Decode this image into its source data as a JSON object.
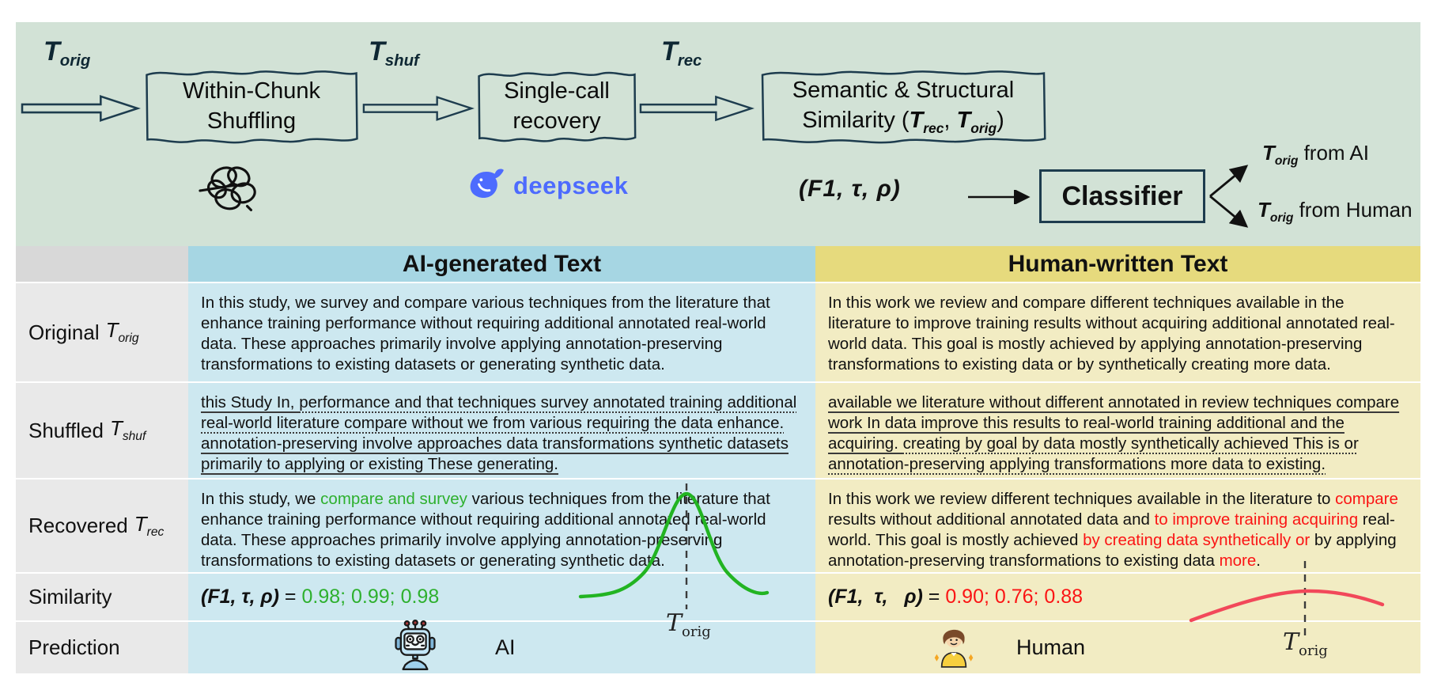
{
  "flow": {
    "t_orig": {
      "base": "T",
      "sub": "orig"
    },
    "t_shuf": {
      "base": "T",
      "sub": "shuf"
    },
    "t_rec": {
      "base": "T",
      "sub": "rec"
    },
    "shuffle_box": {
      "line1": "Within-Chunk",
      "line2": "Shuffling"
    },
    "recovery_box": {
      "line1": "Single-call",
      "line2": "recovery"
    },
    "similarity_box": {
      "line1": "Semantic & Structural",
      "line2_prefix": "Similarity (",
      "arg1_base": "T",
      "arg1_sub": "rec",
      "separator": ", ",
      "arg2_base": "T",
      "arg2_sub": "orig",
      "line2_suffix": ")"
    },
    "deepseek_label": "deepseek",
    "features_label": "(F1,   τ,   ρ)",
    "classifier_label": "Classifier",
    "output_ai": {
      "base": "T",
      "sub": "orig",
      "rest": " from AI"
    },
    "output_human": {
      "base": "T",
      "sub": "orig",
      "rest": " from Human"
    }
  },
  "table": {
    "headers": {
      "ai": "AI-generated Text",
      "human": "Human-written Text"
    },
    "row_labels": {
      "original": {
        "text": "Original",
        "base": "T",
        "sub": "orig"
      },
      "shuffled": {
        "text": "Shuffled",
        "base": "T",
        "sub": "shuf"
      },
      "recovered": {
        "text": "Recovered",
        "base": "T",
        "sub": "rec"
      },
      "similarity": "Similarity",
      "prediction": "Prediction"
    },
    "ai": {
      "original": "In this study, we survey and compare various techniques from the literature that enhance training performance without requiring additional annotated real-world data. These approaches primarily involve applying annotation-preserving transformations to existing datasets or generating synthetic data.",
      "shuffled_segments": [
        {
          "t": "this Study In, ",
          "c": "us"
        },
        {
          "t": "performance and that techniques survey annotated training additional real-world literature compare without we from various requiring the data enhance. ",
          "c": "ud"
        },
        {
          "t": "annotation-preserving involve approaches data transformations synthetic datasets primarily to applying or existing These generating.",
          "c": "us"
        }
      ],
      "recovered_segments": [
        {
          "t": "In this study, we ",
          "c": ""
        },
        {
          "t": "compare and survey",
          "c": "green"
        },
        {
          "t": " various techniques from the literature that enhance training performance without requiring additional annotated real-world data. These approaches primarily involve applying annotation-preserving transformations to existing datasets or generating synthetic data.",
          "c": ""
        }
      ],
      "similarity_prefix": "(F1, τ, ρ)",
      "similarity_eq": " = ",
      "similarity_values": "0.98; 0.99; 0.98",
      "prediction_label": "AI"
    },
    "human": {
      "original": "In this work we review and compare different techniques available in the literature to improve training results without acquiring additional annotated real-world data. This goal is mostly achieved by applying annotation-preserving transformations to existing data or by synthetically creating more data.",
      "shuffled_segments": [
        {
          "t": "available we literature without different annotated in review techniques compare work In data improve this results to real-world training additional and the acquiring. ",
          "c": "us"
        },
        {
          "t": "creating by goal by data mostly synthetically achieved This is or annotation-preserving applying transformations more data to existing.",
          "c": "ud"
        }
      ],
      "recovered_segments": [
        {
          "t": "In this work we review different techniques available in the literature to ",
          "c": ""
        },
        {
          "t": "compare",
          "c": "red"
        },
        {
          "t": " results without additional annotated data and ",
          "c": ""
        },
        {
          "t": "to improve training acquiring",
          "c": "red"
        },
        {
          "t": " real-world. This goal is mostly achieved ",
          "c": ""
        },
        {
          "t": "by creating data synthetically or",
          "c": "red"
        },
        {
          "t": " by applying annotation-preserving transformations to existing data ",
          "c": ""
        },
        {
          "t": "more",
          "c": "red"
        },
        {
          "t": ".",
          "c": ""
        }
      ],
      "similarity_prefix": "(F1,  τ,   ρ)",
      "similarity_eq": " = ",
      "similarity_values": "0.90; 0.76; 0.88",
      "prediction_label": "Human"
    },
    "dist_label": {
      "base": "T",
      "sub": "orig"
    }
  },
  "colors": {
    "band_green": "#d2e2d6",
    "box_stroke": "#1d3c4e",
    "ai_header": "#a6d6e3",
    "ai_cell": "#cde8f0",
    "human_header": "#e6da7d",
    "human_cell": "#f2ecc3",
    "accent_green": "#2eb02e",
    "accent_red": "#fb1414",
    "curve_red": "#f2485a",
    "deepseek_blue": "#4d6bfe"
  }
}
